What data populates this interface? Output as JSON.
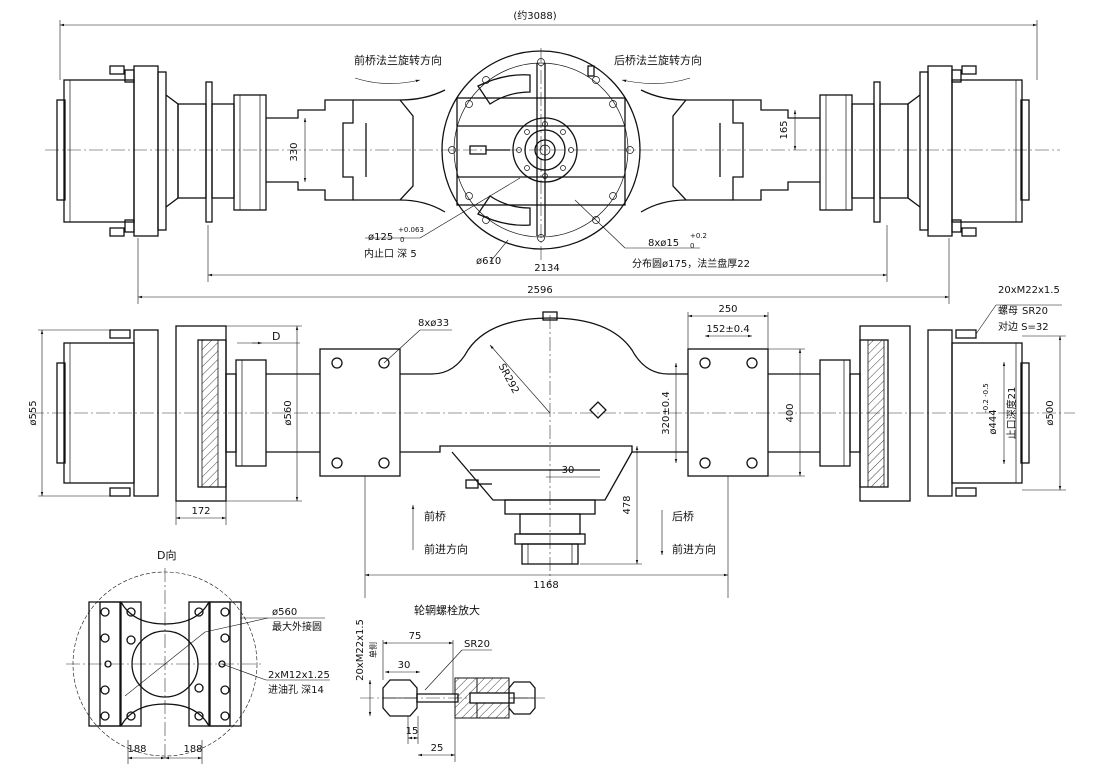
{
  "dimensions": {
    "overall_length": "(约3088)",
    "d330": "330",
    "d165": "165",
    "d2134": "2134",
    "d2596": "2596",
    "d555": "ø555",
    "d560_side": "ø560",
    "d172": "172",
    "d250": "250",
    "d152": "152±0.4",
    "d400": "400",
    "d320": "320±0.4",
    "d30_side": "30",
    "d478": "478",
    "d1168": "1168",
    "d500": "ø500",
    "d444": "ø444",
    "d444_tol": "-0.2  -0.5",
    "d444_depth": "止口深度21",
    "sr292": "SR292",
    "d8x33": "8xø33",
    "d188a": "188",
    "d188b": "188",
    "d75": "75",
    "d30_bolt": "30",
    "d15": "15",
    "d25": "25",
    "sr20_bolt": "SR20",
    "d20m22_bolt": "20xM22x1.5",
    "d20m22_bolt_sub": "单侧",
    "d_mark": "D"
  },
  "notes": {
    "front_flange_dir": "前桥法兰旋转方向",
    "rear_flange_dir": "后桥法兰旋转方向",
    "pilot_dia": "ø125",
    "pilot_tol_up": "+0.063",
    "pilot_tol_low": "0",
    "pilot_note": "内止口  深  5",
    "d610": "ø610",
    "holes_8x15": "8xø15",
    "holes_tol_up": "+0.2",
    "holes_tol_low": "0",
    "bolt_circle": "分布圆ø175，法兰盘厚22",
    "nut_spec": "20xM22x1.5",
    "nut_label": "螺母",
    "nut_sr": "SR20",
    "nut_across": "对边  S=32",
    "front_axle": "前桥",
    "front_dir": "前进方向",
    "rear_axle": "后桥",
    "rear_dir": "前进方向",
    "view_d_title": "D向",
    "view_d_dia": "ø560",
    "view_d_note": "最大外接圆",
    "oil_holes": "2xM12x1.25",
    "oil_holes_note": "进油孔  深14",
    "bolt_detail_title": "轮辋螺栓放大"
  }
}
